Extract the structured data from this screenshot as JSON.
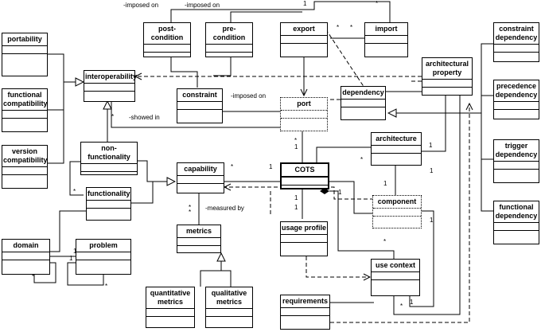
{
  "classes": {
    "portability": "portability",
    "functional_compatibility": "functional\ncompatibility",
    "version_compatibility": "version\ncompatibility",
    "interoperability": "interoperability",
    "post_condition": "post-condition",
    "pre_condition": "pre-condition",
    "export": "export",
    "import": "import",
    "constraint": "constraint",
    "port": "port",
    "dependency": "dependency",
    "architectural_property": "architectural\nproperty",
    "constraint_dependency": "constraint\ndependency",
    "precedence_dependency": "precedence\ndependency",
    "trigger_dependency": "trigger\ndependency",
    "functional_dependency": "functional\ndependency",
    "non_functionality": "non-functionality",
    "architecture": "architecture",
    "capability": "capability",
    "cots": "COTS",
    "functionality": "functionality",
    "component": "component",
    "metrics": "metrics",
    "usage_profile": "usage profile",
    "domain": "domain",
    "problem": "problem",
    "use_context": "use context",
    "quantitative_metrics": "quantitative\nmetrics",
    "qualitative_metrics": "qualitative\nmetrics",
    "requirements": "requirements"
  },
  "labels": {
    "imposed_on_1": "-imposed on",
    "imposed_on_2": "-imposed on",
    "imposed_on_3": "-imposed on",
    "showed_in": "-showed in",
    "measured_by": "-measured by"
  },
  "multiplicities": {
    "m1": "1",
    "m2": "*",
    "m3": "*",
    "m4": "*",
    "m5": "*",
    "m6": "*",
    "m7": "1",
    "m8": "*",
    "m9": "1",
    "m10": "*",
    "m11": "1",
    "m12": "*",
    "m13": "1",
    "m14": "1",
    "m15": "*",
    "m16": "1",
    "m17": "1",
    "m18": "*",
    "m19": "*",
    "m20": "1",
    "m21": "*",
    "m22": "1",
    "m23": "1",
    "m24": "*",
    "m25": "*",
    "m26": "*",
    "m27": "1",
    "m28": "1"
  }
}
